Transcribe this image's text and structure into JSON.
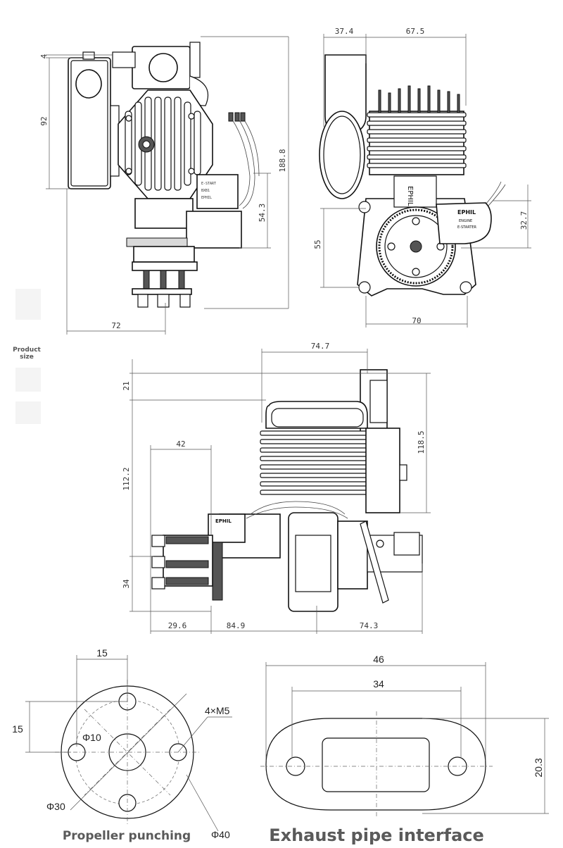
{
  "side_tab": {
    "line1": "Product",
    "line2": "size"
  },
  "views": {
    "rear": {
      "dims": {
        "top_offset": "4",
        "exhaust_height": "92",
        "width": "72",
        "starter_height": "54.3",
        "total_height": "188.8"
      }
    },
    "side": {
      "dims": {
        "left_width": "37.4",
        "right_width": "67.5",
        "mount_height": "55",
        "starter_box": "32.7",
        "mount_width": "70"
      },
      "label_brand": "EPHIL",
      "label_line2": "ENGINE",
      "label_line3": "E-STARTER"
    },
    "top": {
      "dims": {
        "cylinder_width": "74.7",
        "top_gap": "21",
        "rear_height": "118.5",
        "prop_width": "42",
        "front_height": "112.2",
        "hub_height": "34",
        "hub_len": "29.6",
        "body_len": "84.9",
        "tail_len": "74.3"
      }
    }
  },
  "propeller": {
    "caption": "Propeller punching",
    "dim_spacing_x": "15",
    "dim_spacing_y": "15",
    "hole_spec": "4×M5",
    "center_dia": "Φ10",
    "bolt_circle": "Φ30",
    "outer_dia": "Φ40"
  },
  "exhaust": {
    "caption": "Exhaust pipe interface",
    "dim_total": "46",
    "dim_holes": "34",
    "dim_height": "20.3"
  }
}
